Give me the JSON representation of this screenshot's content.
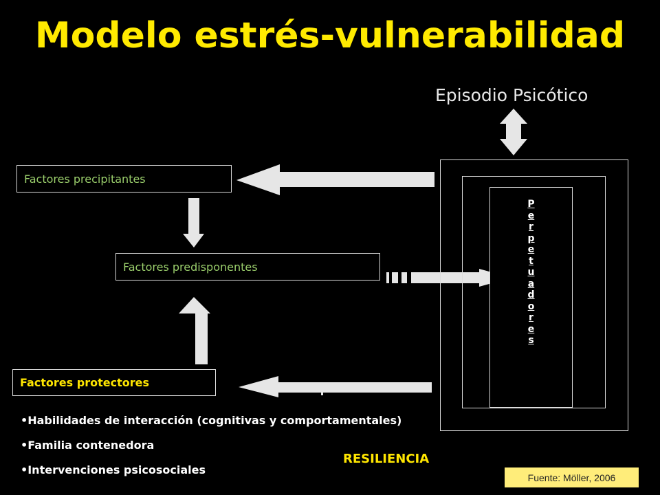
{
  "title": "Modelo estrés-vulnerabilidad",
  "episodio": "Episodio Psicótico",
  "boxes": {
    "precipitantes": "Factores precipitantes",
    "predisponentes": "Factores predisponentes",
    "protectores": "Factores protectores"
  },
  "perpetuadores": [
    "P",
    "e",
    "r",
    "p",
    "e",
    "t",
    "u",
    "a",
    "d",
    "o",
    "r",
    "e",
    "s"
  ],
  "bullets": [
    "•Habilidades de interacción (cognitivas y comportamentales)",
    "•Familia contenedora",
    "•Intervenciones psicosociales"
  ],
  "resiliencia": "RESILIENCIA",
  "source": "Fuente: Möller, 2006",
  "colors": {
    "title": "#ffea00",
    "green_text": "#9bcf6c",
    "arrow_fill": "#e6e6e6",
    "source_bg": "#ffed7a"
  }
}
